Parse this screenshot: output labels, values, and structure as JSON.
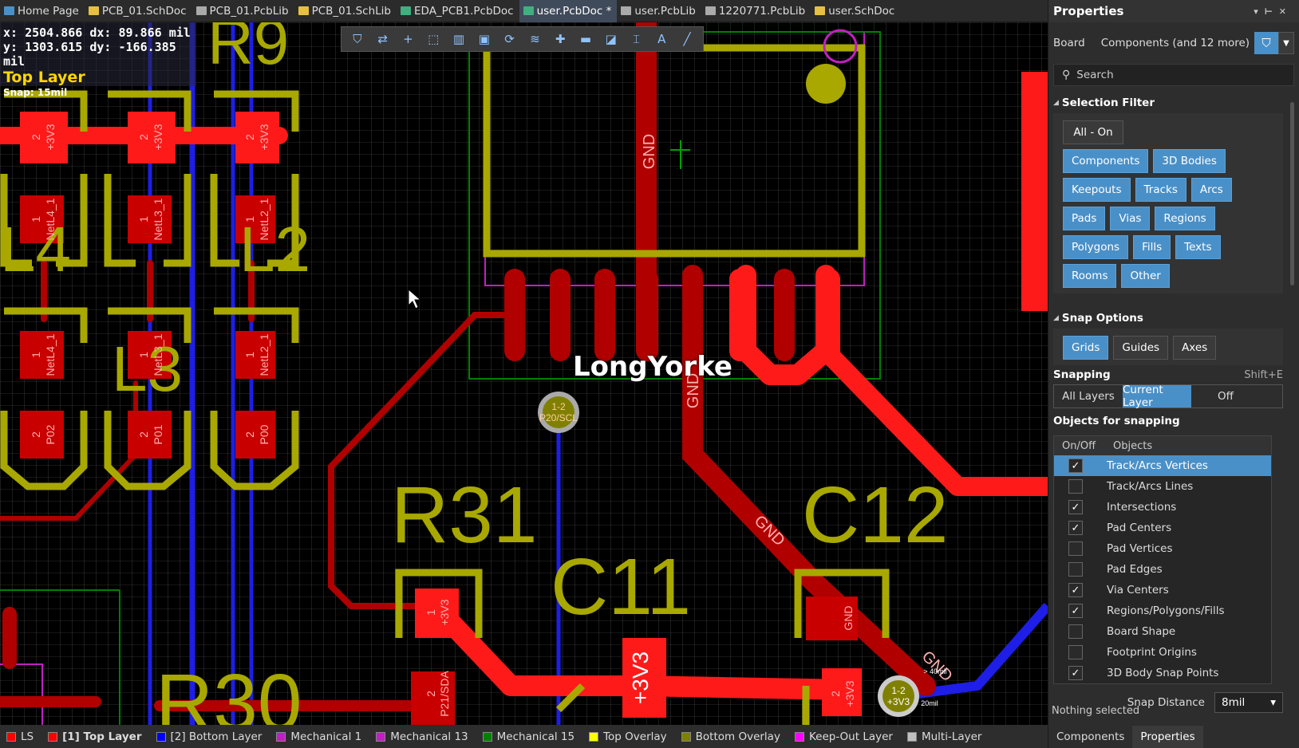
{
  "tabs": [
    {
      "label": "Home Page",
      "color": "#4a90c8"
    },
    {
      "label": "PCB_01.SchDoc",
      "color": "#e8c040"
    },
    {
      "label": "PCB_01.PcbLib",
      "color": "#aaaaaa"
    },
    {
      "label": "PCB_01.SchLib",
      "color": "#e8c040"
    },
    {
      "label": "EDA_PCB1.PcbDoc",
      "color": "#40b080"
    },
    {
      "label": "user.PcbDoc *",
      "color": "#40b080",
      "active": true
    },
    {
      "label": "user.PcbLib",
      "color": "#aaaaaa"
    },
    {
      "label": "1220771.PcbLib",
      "color": "#aaaaaa"
    },
    {
      "label": "user.SchDoc",
      "color": "#e8c040"
    }
  ],
  "hud": {
    "x_label": "x:",
    "x_value": "2504.866",
    "dx_label": "dx:",
    "dx_value": "89.866",
    "unit1": "mil",
    "y_label": "y:",
    "y_value": "1303.615",
    "dy_label": "dy:",
    "dy_value": "-166.385",
    "unit2": "mil",
    "layer": "Top Layer",
    "snap": "Snap: 15mil"
  },
  "toolbar_icons": [
    "filter-icon",
    "route-icon",
    "cross-icon",
    "select-rect-icon",
    "align-icon",
    "component-icon",
    "interactive-route-icon",
    "diff-pair-icon",
    "via-icon",
    "fill-icon",
    "region-icon",
    "dimension-icon",
    "text-icon",
    "line-icon"
  ],
  "toolbar_glyphs": [
    "⛉",
    "⇄",
    "+",
    "⬚",
    "▥",
    "▣",
    "⟳",
    "≋",
    "✚",
    "▬",
    "◪",
    "⌶",
    "A",
    "╱"
  ],
  "watermark": "LongYorke",
  "pcb_labels": {
    "r31": "R31",
    "c11": "C11",
    "c12": "C12",
    "r30": "R30",
    "l4": "L4",
    "l3": "L3",
    "l2": "L2",
    "r9": "R9",
    "gnd1": "GND",
    "gnd2": "GND",
    "gnd3": "GND",
    "gnd4": "GND",
    "gnd5": "GND",
    "pad_3v3": "+3V3",
    "pad_2": "2",
    "pad_1": "1",
    "net4": "NetL4_1",
    "net3": "NetL3_1",
    "net2": "NetL2_1",
    "p02": "P02",
    "p01": "P01",
    "p00": "P00",
    "via1a": "1-2",
    "via1b": "P20/SCL",
    "via2a": "1-2",
    "via2b": "+3V3",
    "p21": "P21/SDA",
    "dim": "> 40mil",
    "dim2": "20mil",
    "big3v3": "+3V3"
  },
  "layers": [
    {
      "label": "LS",
      "color": "#ff0000"
    },
    {
      "label": "[1] Top Layer",
      "color": "#ff0000",
      "active": true
    },
    {
      "label": "[2] Bottom Layer",
      "color": "#0000ff"
    },
    {
      "label": "Mechanical 1",
      "color": "#c020c0"
    },
    {
      "label": "Mechanical 13",
      "color": "#c020c0"
    },
    {
      "label": "Mechanical 15",
      "color": "#008000"
    },
    {
      "label": "Top Overlay",
      "color": "#ffff00"
    },
    {
      "label": "Bottom Overlay",
      "color": "#808000"
    },
    {
      "label": "Keep-Out Layer",
      "color": "#ff00ff"
    },
    {
      "label": "Multi-Layer",
      "color": "#c0c0c0"
    }
  ],
  "panel": {
    "title": "Properties",
    "filter_board": "Board",
    "filter_components": "Components (and 12 more)",
    "search_placeholder": "Search",
    "selection_filter": "Selection Filter",
    "all_on": "All - On",
    "filters": [
      "Components",
      "3D Bodies",
      "Keepouts",
      "Tracks",
      "Arcs",
      "Pads",
      "Vias",
      "Regions",
      "Polygons",
      "Fills",
      "Texts",
      "Rooms",
      "Other"
    ],
    "snap_options": "Snap Options",
    "snap_buttons": [
      {
        "label": "Grids",
        "on": true
      },
      {
        "label": "Guides",
        "on": false
      },
      {
        "label": "Axes",
        "on": false
      }
    ],
    "snapping": "Snapping",
    "snapping_shortcut": "Shift+E",
    "snapping_modes": [
      {
        "label": "All Layers",
        "on": false
      },
      {
        "label": "Current Layer",
        "on": true
      },
      {
        "label": "Off",
        "on": false
      }
    ],
    "objects_for_snapping": "Objects for snapping",
    "col_onoff": "On/Off",
    "col_objects": "Objects",
    "objects": [
      {
        "label": "Track/Arcs Vertices",
        "checked": true,
        "selected": true
      },
      {
        "label": "Track/Arcs Lines",
        "checked": false
      },
      {
        "label": "Intersections",
        "checked": true
      },
      {
        "label": "Pad Centers",
        "checked": true
      },
      {
        "label": "Pad Vertices",
        "checked": false
      },
      {
        "label": "Pad Edges",
        "checked": false
      },
      {
        "label": "Via Centers",
        "checked": true
      },
      {
        "label": "Regions/Polygons/Fills",
        "checked": true
      },
      {
        "label": "Board Shape",
        "checked": false
      },
      {
        "label": "Footprint Origins",
        "checked": false
      },
      {
        "label": "3D Body Snap Points",
        "checked": true
      }
    ],
    "snap_distance_label": "Snap Distance",
    "snap_distance_value": "8mil",
    "status": "Nothing selected",
    "bottom_tabs": [
      {
        "label": "Components",
        "active": false
      },
      {
        "label": "Properties",
        "active": true
      }
    ]
  }
}
